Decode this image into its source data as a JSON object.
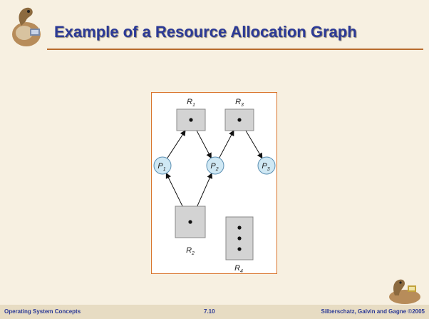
{
  "slide": {
    "title": "Example of a Resource Allocation Graph",
    "footer_left": "Operating System Concepts",
    "footer_center": "7.10",
    "footer_right": "Silberschatz, Galvin and Gagne ©2005"
  },
  "diagram": {
    "resources": [
      {
        "id": "R1",
        "label": "R",
        "sub": "1",
        "instances": 1
      },
      {
        "id": "R2",
        "label": "R",
        "sub": "2",
        "instances": 1
      },
      {
        "id": "R3",
        "label": "R",
        "sub": "3",
        "instances": 1
      },
      {
        "id": "R4",
        "label": "R",
        "sub": "4",
        "instances": 3
      }
    ],
    "processes": [
      {
        "id": "P1",
        "label": "P",
        "sub": "1"
      },
      {
        "id": "P2",
        "label": "P",
        "sub": "2"
      },
      {
        "id": "P3",
        "label": "P",
        "sub": "3"
      }
    ],
    "edges": [
      {
        "from": "P1",
        "to": "R1",
        "kind": "request"
      },
      {
        "from": "R1",
        "to": "P2",
        "kind": "assignment"
      },
      {
        "from": "P2",
        "to": "R3",
        "kind": "request"
      },
      {
        "from": "R3",
        "to": "P3",
        "kind": "assignment"
      },
      {
        "from": "R2",
        "to": "P1",
        "kind": "assignment"
      },
      {
        "from": "R2",
        "to": "P2",
        "kind": "assignment"
      }
    ],
    "colors": {
      "resource_fill": "#d3d3d3",
      "process_fill": "#cfe8f4",
      "process_stroke": "#5b8fb2",
      "frame_border": "#d9742b",
      "title": "#2c3a96"
    }
  }
}
